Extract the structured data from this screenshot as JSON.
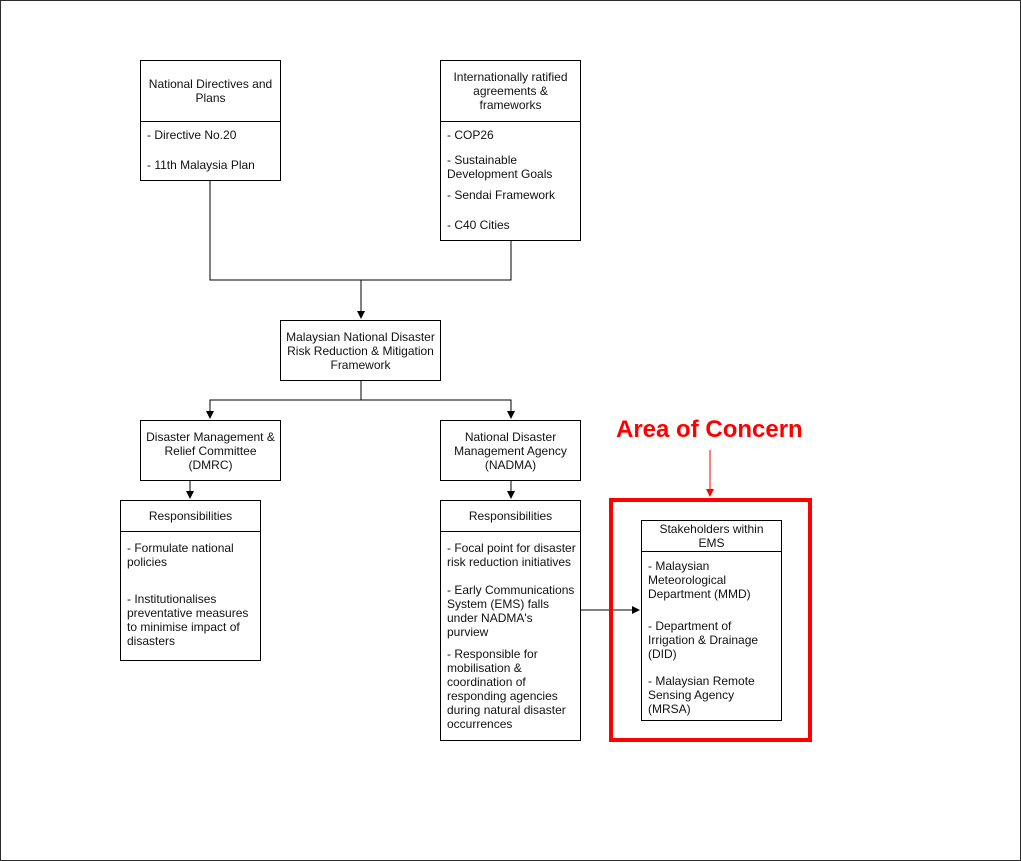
{
  "national_directives": {
    "title": "National Directives and Plans",
    "items": [
      "- Directive No.20",
      "- 11th Malaysia Plan"
    ]
  },
  "international": {
    "title": "Internationally ratified agreements & frameworks",
    "items": [
      "- COP26",
      "- Sustainable Development Goals",
      "- Sendai Framework",
      "- C40 Cities"
    ]
  },
  "framework": {
    "title": "Malaysian National Disaster Risk Reduction & Mitigation Framework"
  },
  "dmrc": {
    "title": "Disaster Management & Relief Committee (DMRC)",
    "resp_title": "Responsibilities",
    "items": [
      "- Formulate national policies",
      "- Institutionalises preventative measures to minimise impact of disasters"
    ]
  },
  "nadma": {
    "title": "National Disaster Management Agency (NADMA)",
    "resp_title": "Responsibilities",
    "items": [
      "- Focal point for disaster risk reduction initiatives",
      "- Early Communications System (EMS) falls under NADMA's purview",
      "- Responsible for mobilisation & coordination of responding agencies during natural disaster occurrences"
    ]
  },
  "stakeholders": {
    "title": "Stakeholders within EMS",
    "items": [
      "- Malaysian Meteorological Department (MMD)",
      "- Department of Irrigation & Drainage (DID)",
      "- Malaysian Remote Sensing Agency (MRSA)"
    ]
  },
  "concern": {
    "label": "Area of Concern",
    "color": "#ff0000"
  }
}
